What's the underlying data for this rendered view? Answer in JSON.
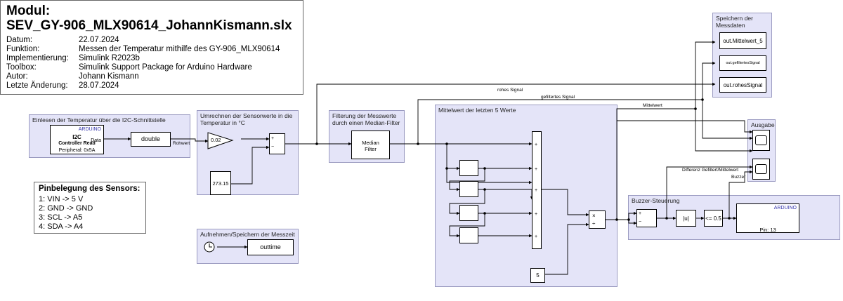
{
  "header": {
    "title_line1": "Modul:",
    "title_line2": "SEV_GY-906_MLX90614_JohannKismann.slx",
    "rows": [
      {
        "key": "Datum:",
        "value": "22.07.2024"
      },
      {
        "key": "Funktion:",
        "value": "Messen der Temperatur mithilfe des GY-906_MLX90614"
      },
      {
        "key": "Implementierung:",
        "value": "Simulink R2023b"
      },
      {
        "key": "Toolbox:",
        "value": "Simulink Support Package for Arduino Hardware"
      },
      {
        "key": "Autor:",
        "value": "Johann Kismann"
      },
      {
        "key": "Letzte Änderung:",
        "value": "28.07.2024"
      }
    ]
  },
  "pins": {
    "title": "Pinbelegung des Sensors:",
    "rows": [
      "1: VIN -> 5 V",
      "2: GND -> GND",
      "3: SCL -> A5",
      "4: SDA -> A4"
    ]
  },
  "areas": {
    "einlesen": "Einlesen der Temperatur über die I2C-Schnittstelle",
    "umrechnen": "Umrechnen der Sensorwerte in die Temperatur in °C",
    "filterung": "Filterung der Messwerte durch einen Median-Filter",
    "mittelwert": "Mittelwert der letzten 5 Werte",
    "speichern": "Speichern der Messdaten",
    "ausgabe": "Ausgabe",
    "buzzer": "Buzzer-Steuerung",
    "messzeit": "Aufnehmen/Speichern der Messzeit"
  },
  "blocks": {
    "i2c_vendor": "ARDUINO",
    "i2c_line1": "I2C",
    "i2c_line2": "Controller Read",
    "i2c_line3": "Peripheral: 0x5A",
    "i2c_port": "Data",
    "double": "double",
    "gain": "0.02",
    "const_273": "273.15",
    "median_line1": "Median",
    "median_line2": "Filter",
    "const_5": "5",
    "abs": "|u|",
    "compare": "<= 0.5",
    "pwm_vendor": "ARDUINO",
    "pwm_pin": "Pin: 13",
    "outtime": "outtime",
    "ws_mittelwert": "out.Mittelwert_5",
    "ws_gefiltert": "out.gefiltertesSignal",
    "ws_rohes": "out.rohesSignal",
    "plus": "+",
    "minus": "−",
    "mul": "×",
    "div": "÷"
  },
  "signals": {
    "rohwert": "Rohwert",
    "rohes": "rohes Signal",
    "gefiltert": "gefiltertes Signal",
    "mittelwert": "Mittelwert",
    "differenz": "Differenz Gefiltert/Mittelwert",
    "buzzer": "Buzzer"
  }
}
